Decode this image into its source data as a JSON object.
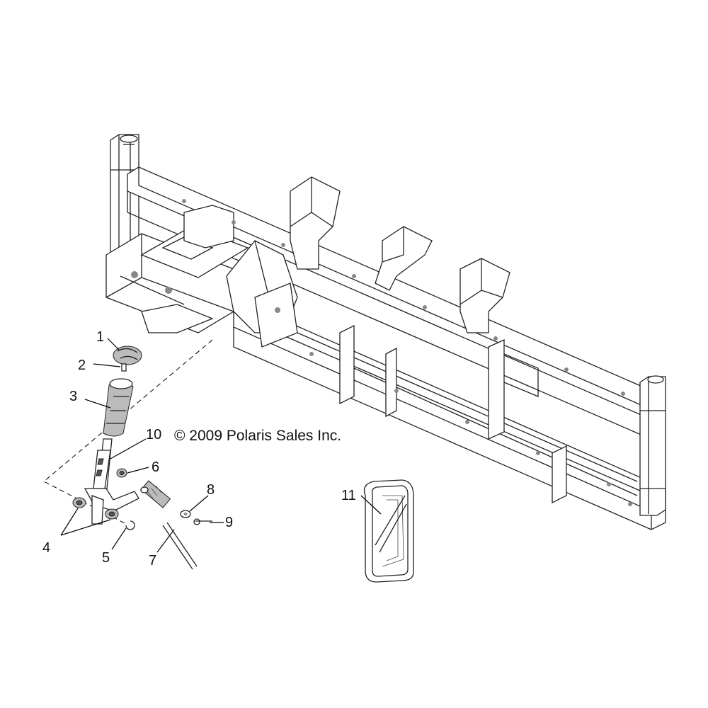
{
  "copyright": "© 2009 Polaris Sales Inc.",
  "callouts": {
    "c1": "1",
    "c2": "2",
    "c3": "3",
    "c4": "4",
    "c5": "5",
    "c6": "6",
    "c7": "7",
    "c8": "8",
    "c9": "9",
    "c10": "10",
    "c11": "11"
  }
}
